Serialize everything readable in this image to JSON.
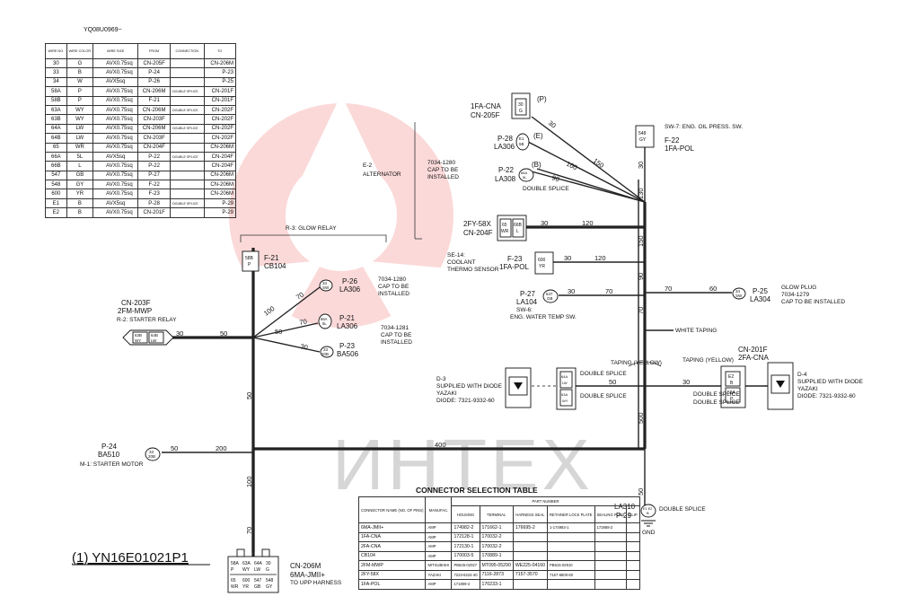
{
  "doc_code": "YQ08U0969~",
  "drawing_number": "(1) YN16E01021P1",
  "watermark": "ИНТЕХ",
  "wire_table": {
    "headers": [
      "WIRE NO.",
      "WIRE COLOR",
      "WIRE SIZE",
      "FROM",
      "CONNECTION",
      "TO"
    ],
    "rows": [
      {
        "no": "30",
        "color": "G",
        "size": "AVX0.75sq",
        "from": "CN-205F",
        "conn": "",
        "to": "CN-206M"
      },
      {
        "no": "33",
        "color": "B",
        "size": "AVX0.75sq",
        "from": "P-24",
        "conn": "",
        "to": "P-23"
      },
      {
        "no": "34",
        "color": "W",
        "size": "AVX5sq",
        "from": "P-26",
        "conn": "",
        "to": "P-25"
      },
      {
        "no": "58A",
        "color": "P",
        "size": "AVX0.75sq",
        "from": "CN-206M",
        "conn": "DOUBLE SPLICE",
        "to": "CN-201F"
      },
      {
        "no": "58B",
        "color": "P",
        "size": "AVX0.75sq",
        "from": "F-21",
        "conn": "",
        "to": "CN-201F"
      },
      {
        "no": "63A",
        "color": "WY",
        "size": "AVX0.75sq",
        "from": "CN-206M",
        "conn": "DOUBLE SPLICE",
        "to": "CN-202F"
      },
      {
        "no": "63B",
        "color": "WY",
        "size": "AVX0.75sq",
        "from": "CN-203F",
        "conn": "",
        "to": "CN-202F"
      },
      {
        "no": "64A",
        "color": "LW",
        "size": "AVX0.75sq",
        "from": "CN-206M",
        "conn": "DOUBLE SPLICE",
        "to": "CN-202F"
      },
      {
        "no": "64B",
        "color": "LW",
        "size": "AVX0.75sq",
        "from": "CN-203F",
        "conn": "",
        "to": "CN-202F"
      },
      {
        "no": "65",
        "color": "WR",
        "size": "AVX0.75sq",
        "from": "CN-204F",
        "conn": "",
        "to": "CN-206M"
      },
      {
        "no": "66A",
        "color": "5L",
        "size": "AVX5sq",
        "from": "P-22",
        "conn": "DOUBLE SPLICE",
        "to": "CN-204F"
      },
      {
        "no": "66B",
        "color": "L",
        "size": "AVX0.75sq",
        "from": "P-22",
        "conn": "",
        "to": "CN-204F"
      },
      {
        "no": "547",
        "color": "GB",
        "size": "AVX0.75sq",
        "from": "P-27",
        "conn": "",
        "to": "CN-206M"
      },
      {
        "no": "548",
        "color": "GY",
        "size": "AVX0.75sq",
        "from": "F-22",
        "conn": "",
        "to": "CN-206M"
      },
      {
        "no": "600",
        "color": "YR",
        "size": "AVX0.75sq",
        "from": "F-23",
        "conn": "",
        "to": "CN-206M"
      },
      {
        "no": "E1",
        "color": "B",
        "size": "AVX5sq",
        "from": "P-28",
        "conn": "DOUBLE SPLICE",
        "to": "P-29"
      },
      {
        "no": "E2",
        "color": "B",
        "size": "AVX0.75sq",
        "from": "CN-201F",
        "conn": "",
        "to": "P-29"
      }
    ]
  },
  "connector_table": {
    "title": "CONNECTOR SELECTION TABLE",
    "part_number_label": "PART NUMBER",
    "headers": [
      "CONNECTOR NAME (NO. OF PINS)",
      "MANUFAC.",
      "HOUSING",
      "TERMINAL",
      "HARNESS SEAL",
      "RETAINER LOCK PLATE",
      "SEALING PLUG",
      "CLIP"
    ],
    "rows": [
      {
        "name": "6MA-JMII+",
        "maker": "AMP",
        "housing": "174982-2",
        "terminal": "171662-1",
        "seal": "176695-2",
        "retainer": "1-174983-1",
        "plug": "172888-2",
        "clip": ""
      },
      {
        "name": "1FA-CNA",
        "maker": "AMP",
        "housing": "172128-1",
        "terminal": "170032-2",
        "seal": "",
        "retainer": "",
        "plug": "",
        "clip": ""
      },
      {
        "name": "2FA-CNA",
        "maker": "AMP",
        "housing": "172130-1",
        "terminal": "170032-2",
        "seal": "",
        "retainer": "",
        "plug": "",
        "clip": ""
      },
      {
        "name": "CB104",
        "maker": "AMP",
        "housing": "170003-5",
        "terminal": "170889-1",
        "seal": "",
        "retainer": "",
        "plug": "",
        "clip": ""
      },
      {
        "name": "2FM-MWP",
        "maker": "MITSUBISHI",
        "housing": "PB625-02027",
        "terminal": "MT095-05290",
        "seal": "WE225-04160",
        "retainer": "PB615-02910",
        "plug": "",
        "clip": ""
      },
      {
        "name": "2FY-58X",
        "maker": "YAZAKI",
        "housing": "7223-6224-40",
        "terminal": "7116-2873",
        "seal": "7157-3570",
        "retainer": "7157-6800-60",
        "plug": "",
        "clip": ""
      },
      {
        "name": "1FA-POL",
        "maker": "AMP",
        "housing": "171809-2",
        "terminal": "170233-1",
        "seal": "",
        "retainer": "",
        "plug": "",
        "clip": ""
      }
    ]
  },
  "components": {
    "cn205f": {
      "id": "1FA-CNA",
      "code": "CN-205F",
      "tag": "(P)",
      "pin_no": "30",
      "pin_color": "G"
    },
    "p28": {
      "id": "P-28",
      "code": "LA306",
      "tag": "(E)",
      "pin_no": "E1",
      "pin_color": "5B"
    },
    "p22": {
      "id": "P-22",
      "code": "LA308",
      "tag": "(B)",
      "pin_no": "66A",
      "pin_color": "5L",
      "note": "DOUBLE SPLICE"
    },
    "f22": {
      "id": "F-22",
      "code": "1FA-POL",
      "desc": "SW-7: ENG. OIL PRESS. SW.",
      "pin_no": "548",
      "pin_color": "GY"
    },
    "alternator": {
      "name": "E-2",
      "desc": "ALTERNATOR",
      "note1": "7034-1280",
      "note2": "CAP TO BE",
      "note3": "INSTALLED"
    },
    "cn204f": {
      "id": "2FY-58X",
      "code": "CN-204F",
      "pin1_no": "65",
      "pin1_color": "WR",
      "pin2_no": "66B",
      "pin2_color": "L"
    },
    "glow_relay": "R-3: GLOW RELAY",
    "f21": {
      "id": "F-21",
      "code": "CB104",
      "pin_no": "58B",
      "pin_color": "P"
    },
    "f23": {
      "id": "F-23",
      "code": "1FA-POL",
      "desc1": "SE-14:",
      "desc2": "COOLANT",
      "desc3": "THERMO SENSOR",
      "pin_no": "600",
      "pin_color": "YR"
    },
    "p26": {
      "id": "P-26",
      "code": "LA306",
      "pin_no": "34",
      "pin_color": "SW",
      "note1": "7034-1280",
      "note2": "CAP TO BE",
      "note3": "INSTALLED"
    },
    "p27": {
      "id": "P-27",
      "code": "LA104",
      "desc1": "SW-6:",
      "desc2": "ENG. WATER TEMP SW.",
      "pin_no": "547",
      "pin_color": "GB"
    },
    "p25": {
      "id": "P-25",
      "code": "LA304",
      "pin_no": "34",
      "pin_color": "SW",
      "desc1": "GLOW PLUG",
      "desc2": "7034-1279",
      "desc3": "CAP TO BE INSTALLED"
    },
    "cn203f": {
      "id": "CN-203F",
      "code": "2FM-MWP",
      "desc": "R-2: STARTER RELAY",
      "pin1_no": "63B",
      "pin1_color": "WY",
      "pin2_no": "64B",
      "pin2_color": "LW"
    },
    "p21": {
      "id": "P-21",
      "code": "LA306",
      "pin_no": "66A",
      "pin_color": "5L"
    },
    "p23": {
      "id": "P-23",
      "code": "BA506",
      "pin_no": "33",
      "pin_color": "20B",
      "note1": "7034-1281",
      "note2": "CAP TO BE",
      "note3": "INSTALLED"
    },
    "white_taping": "WHITE TAPING",
    "taping_yellow": "TAPING (YELLOW)",
    "cn201f": {
      "id": "CN-201F",
      "code": "2FA-CNA",
      "pin1_no": "E2",
      "pin1_color": "B",
      "pin2_no": "58A",
      "pin2_color": "P"
    },
    "d3": {
      "id": "D-3",
      "desc1": "SUPPLIED WITH DIODE",
      "desc2": "YAZAKI",
      "desc3": "DIODE: 7321-9332-60"
    },
    "d4": {
      "id": "D-4",
      "desc1": "SUPPLIED WITH DIODE",
      "desc2": "YAZAKI",
      "desc3": "DIODE: 7321-9332-60"
    },
    "double_splice": "DOUBLE SPLICE",
    "splice_mini": [
      "64A",
      "63A",
      "LW",
      "WY"
    ],
    "p24": {
      "id": "P-24",
      "code": "BA510",
      "desc": "M-1: STARTER MOTOR",
      "pin_no": "33",
      "pin_color": "20B"
    },
    "p29": {
      "id": "LA310",
      "code": "P-29",
      "pin_no": "E1 E2",
      "pin_color": "B",
      "ground": "GND",
      "note": "DOUBLE SPLICE"
    },
    "cn206m": {
      "id": "CN-206M",
      "code": "6MA-JMII+",
      "desc": "TO UPP HARNESS",
      "pins_top": [
        {
          "no": "58A",
          "color": "P"
        },
        {
          "no": "63A",
          "color": "WY"
        },
        {
          "no": "64A",
          "color": "LW"
        },
        {
          "no": "30",
          "color": "G"
        }
      ],
      "pins_bottom": [
        {
          "no": "65",
          "color": "WR"
        },
        {
          "no": "600",
          "color": "YR"
        },
        {
          "no": "547",
          "color": "GB"
        },
        {
          "no": "548",
          "color": "GY"
        }
      ]
    }
  },
  "lengths": {
    "a30": "30",
    "a150": "150",
    "a100": "100",
    "a90": "90",
    "b30": "30",
    "b120": "120",
    "c30": "30",
    "c120": "120",
    "d30": "30",
    "d70": "70",
    "e70": "70",
    "e60": "60",
    "v30": "30",
    "v130": "130",
    "v150": "150",
    "v90": "90",
    "v70": "70",
    "v500": "500",
    "l30": "30",
    "l50": "50",
    "l100": "100",
    "l70": "70",
    "l70b": "70",
    "t50": "50",
    "t30": "30",
    "t50b": "50",
    "t30b": "30",
    "m400": "400",
    "m200": "200",
    "m50": "50",
    "m50v": "50",
    "m100v": "100",
    "m70v": "70",
    "m50d": "50"
  }
}
